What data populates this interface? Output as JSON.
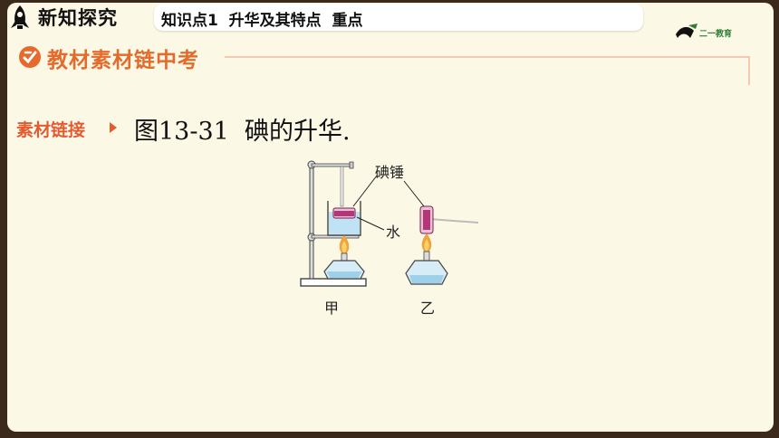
{
  "header": {
    "section_title": "新知探究",
    "topic": "知识点1  升华及其特点  重点",
    "brand": "二一教育"
  },
  "banner": {
    "title": "教材素材链中考"
  },
  "material": {
    "tag": "素材链接",
    "caption": "图13-31  碘的升华."
  },
  "figure": {
    "label_iodine_hammer": "碘锤",
    "label_water": "水",
    "label_a": "甲",
    "label_b": "乙"
  },
  "colors": {
    "background": "#fcf8e6",
    "frame": "#3b2a1c",
    "accent": "#e56a2c",
    "iodine": "#b5347a",
    "water": "#bfe3f5"
  }
}
